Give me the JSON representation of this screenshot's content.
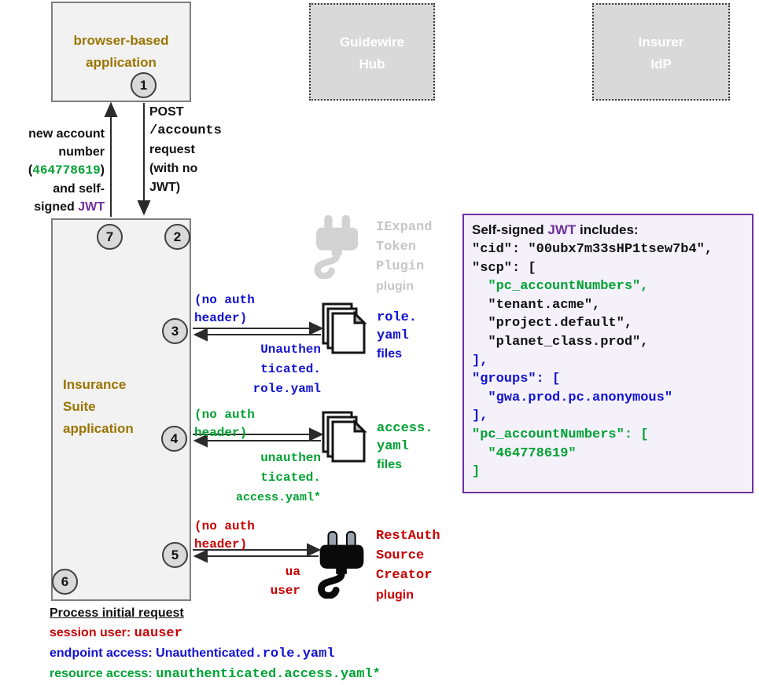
{
  "colors": {
    "olive": "#9a7400",
    "blue": "#1212d0",
    "green": "#00a233",
    "red": "#c80000",
    "purple": "#7030a0",
    "gray_text": "#c6c6c6",
    "box_fill": "#f2f2f2",
    "box_border": "#7f7f7f",
    "gray_box_fill": "#d9d9d9",
    "circle_fill": "#d9d9d9",
    "jwt_fill": "#f4f1fb",
    "arrow": "#2b2b2b"
  },
  "browser_box": {
    "line1": "browser-based",
    "line2": "application"
  },
  "hub_box": {
    "line1": "Guidewire",
    "line2": "Hub"
  },
  "idp_box": {
    "line1": "Insurer",
    "line2": "IdP"
  },
  "suite_box": {
    "line1": "Insurance",
    "line2": "Suite",
    "line3": "application"
  },
  "circles": {
    "c1": "1",
    "c2": "2",
    "c3": "3",
    "c4": "4",
    "c5": "5",
    "c6": "6",
    "c7": "7"
  },
  "post_label": {
    "line1": "POST",
    "line2": "/accounts",
    "line3": "request",
    "line4": "(with no",
    "line5": "JWT)"
  },
  "response_label": {
    "line1": "new account",
    "line2": "number",
    "paren_open": "(",
    "account_number": "464778619",
    "paren_close": ")",
    "line4": "and self-",
    "line5_prefix": "signed ",
    "line5_jwt": "JWT"
  },
  "iexpand_plugin": {
    "line1": "IExpand",
    "line2": "Token",
    "line3": "Plugin",
    "line4": "plugin"
  },
  "jwt_panel": {
    "title_prefix": "Self-signed ",
    "title_jwt": "JWT",
    "title_suffix": " includes:",
    "lines": [
      {
        "text": "\"cid\": \"00ubx7m33sHP1tsew7b4\",",
        "color": "black"
      },
      {
        "text": "\"scp\": [",
        "color": "black"
      },
      {
        "text": "  \"pc_accountNumbers\",",
        "color": "green"
      },
      {
        "text": "  \"tenant.acme\",",
        "color": "black"
      },
      {
        "text": "  \"project.default\",",
        "color": "black"
      },
      {
        "text": "  \"planet_class.prod\",",
        "color": "black"
      },
      {
        "text": "],",
        "color": "blue"
      },
      {
        "text": "\"groups\": [",
        "color": "blue"
      },
      {
        "text": "  \"gwa.prod.pc.anonymous\"",
        "color": "blue"
      },
      {
        "text": "],",
        "color": "blue"
      },
      {
        "text": "\"pc_accountNumbers\": [",
        "color": "green"
      },
      {
        "text": "  \"464778619\"",
        "color": "green"
      },
      {
        "text": "]",
        "color": "green"
      }
    ]
  },
  "step3": {
    "noauth_line1": "(no auth",
    "noauth_line2": "header)",
    "label_line1": "Unauthen",
    "label_line2": "ticated.",
    "label_line3": "role.yaml",
    "files_line1": "role.",
    "files_line2": "yaml",
    "files_line3": "files"
  },
  "step4": {
    "noauth_line1": "(no auth",
    "noauth_line2": "header)",
    "label_line1": "unauthen",
    "label_line2": "ticated.",
    "label_line3": "access.yaml*",
    "files_line1": "access.",
    "files_line2": "yaml",
    "files_line3": "files"
  },
  "step5": {
    "noauth_line1": "(no auth",
    "noauth_line2": "header)",
    "label_line1": "ua",
    "label_line2": "user",
    "plugin_line1": "RestAuth",
    "plugin_line2": "Source",
    "plugin_line3": "Creator",
    "plugin_line4": "plugin"
  },
  "footer": {
    "title": "Process initial request",
    "session_label": "session user: ",
    "session_value": "uauser",
    "endpoint_label": "endpoint access: Unauthenticated",
    "endpoint_value": ".role.yaml",
    "resource_label": "resource access: ",
    "resource_value": "unauthenticated.access.yaml*"
  }
}
